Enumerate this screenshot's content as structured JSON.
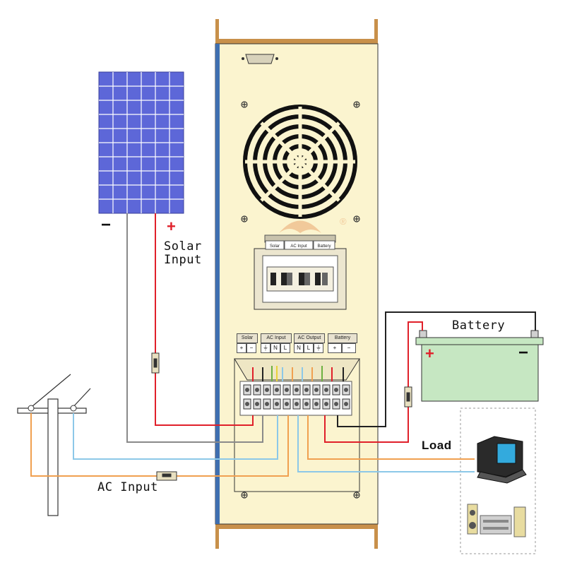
{
  "labels": {
    "solar_input": "Solar\nInput",
    "battery": "Battery",
    "load": "Load",
    "ac_input": "AC Input",
    "trademark": "®"
  },
  "panel_signs": {
    "minus": "−",
    "plus": "+"
  },
  "battery_signs": {
    "plus": "+",
    "minus": "−"
  },
  "terminal_headers": [
    "Solar",
    "AC Input",
    "AC Output",
    "Battery"
  ],
  "terminal_sub_labels": {
    "solar": [
      "+",
      "−"
    ],
    "ac_input": [
      "⏚",
      "N",
      "L"
    ],
    "ac_output": [
      "N",
      "L",
      "⏚"
    ],
    "battery": [
      "+",
      "−"
    ]
  },
  "breaker_labels": [
    "Solar",
    "AC Input",
    "Battery"
  ],
  "colors": {
    "cabinet": "#fbf4cf",
    "cabinet_edge": "#3f6fb0",
    "frame": "#c8904a",
    "panel_cell": "#5d67d8",
    "panel_grid": "#ffffff",
    "battery": "#c6e7c2",
    "wire_red": "#e0202a",
    "wire_black": "#222222",
    "wire_gray": "#8a8a8a",
    "wire_blue": "#8cc8e8",
    "wire_orange": "#f0a050",
    "wire_green": "#6cb040",
    "wire_yellow": "#e8d23a"
  }
}
